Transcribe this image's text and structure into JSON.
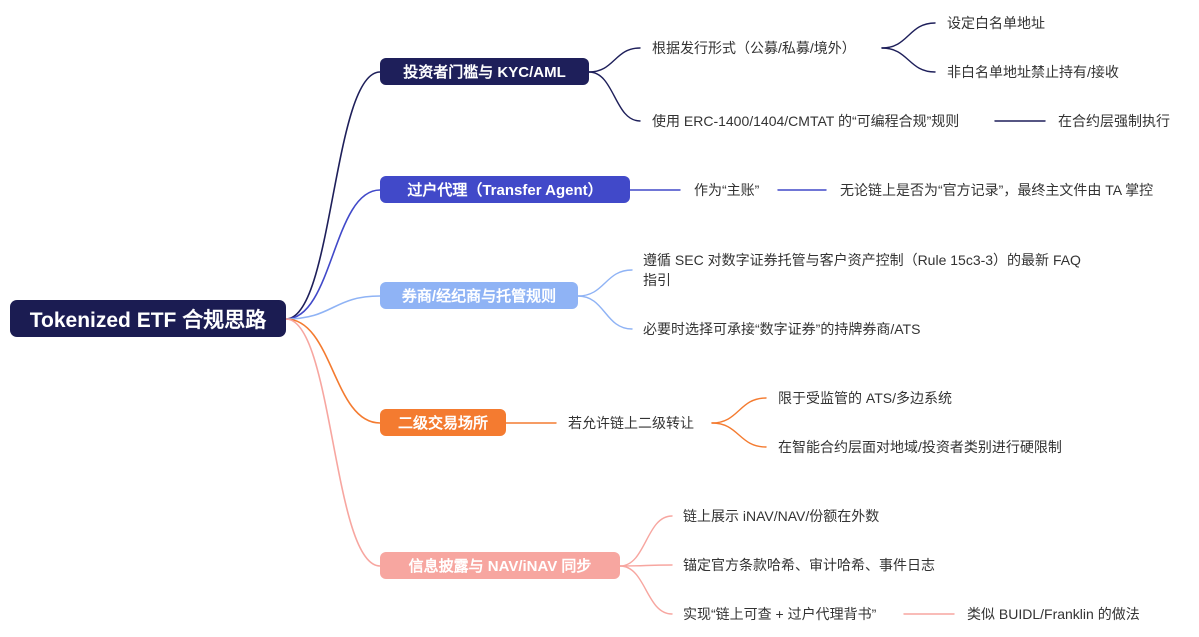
{
  "root": {
    "label": "Tokenized ETF 合规思路"
  },
  "colors": {
    "b1": "#1e1f5a",
    "b2": "#4149c9",
    "b3": "#8fb3f5",
    "b4": "#f47b30",
    "b5": "#f7a6a0"
  },
  "branches": [
    {
      "label": "投资者门槛与 KYC/AML",
      "items": [
        {
          "text": "根据发行形式（公募/私募/境外）",
          "children": [
            {
              "text": "设定白名单地址"
            },
            {
              "text": "非白名单地址禁止持有/接收"
            }
          ]
        },
        {
          "text": "使用 ERC-1400/1404/CMTAT 的“可编程合规”规则",
          "children": [
            {
              "text": "在合约层强制执行"
            }
          ]
        }
      ]
    },
    {
      "label": "过户代理（Transfer Agent）",
      "items": [
        {
          "text": "作为“主账”",
          "children": [
            {
              "text": "无论链上是否为“官方记录”，最终主文件由 TA 掌控"
            }
          ]
        }
      ]
    },
    {
      "label": "券商/经纪商与托管规则",
      "items": [
        {
          "text": "遵循 SEC 对数字证券托管与客户资产控制（Rule 15c3-3）的最新 FAQ 指引"
        },
        {
          "text": "必要时选择可承接“数字证券”的持牌券商/ATS"
        }
      ]
    },
    {
      "label": "二级交易场所",
      "items": [
        {
          "text": "若允许链上二级转让",
          "children": [
            {
              "text": "限于受监管的 ATS/多边系统"
            },
            {
              "text": "在智能合约层面对地域/投资者类别进行硬限制"
            }
          ]
        }
      ]
    },
    {
      "label": "信息披露与 NAV/iNAV 同步",
      "items": [
        {
          "text": "链上展示 iNAV/NAV/份额在外数"
        },
        {
          "text": "锚定官方条款哈希、审计哈希、事件日志"
        },
        {
          "text": "实现“链上可查 + 过户代理背书”",
          "children": [
            {
              "text": "类似 BUIDL/Franklin 的做法"
            }
          ]
        }
      ]
    }
  ]
}
